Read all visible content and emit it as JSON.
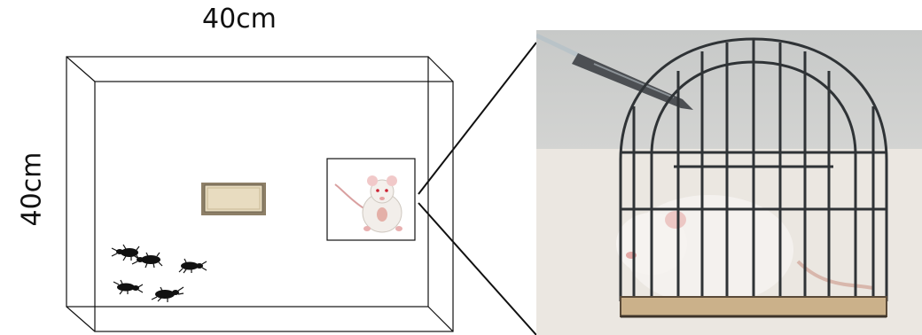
{
  "dimensions": {
    "width_label": "40cm",
    "height_label": "40cm"
  },
  "colors": {
    "line": "#111111",
    "block_fill": "#e8dcc0",
    "photo_bg": "#d6d6d6",
    "cage_wire": "#3a3a3a",
    "mouse_fill": "#f2eeea"
  },
  "icons": [
    "mouse-icon",
    "beetle-icon",
    "block-object",
    "cage-photo"
  ]
}
